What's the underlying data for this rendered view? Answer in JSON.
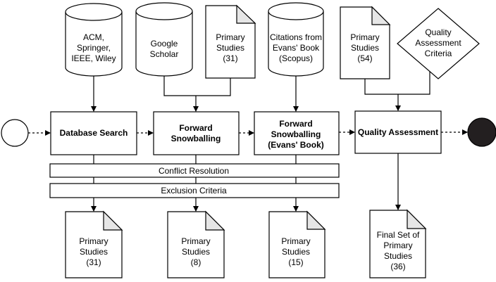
{
  "sources": {
    "digital_libraries": [
      "ACM,",
      "Springer,",
      "IEEE, Wiley"
    ],
    "google_scholar": [
      "Google",
      "Scholar"
    ],
    "primary_studies_31": [
      "Primary",
      "Studies",
      "(31)"
    ],
    "evans_citations": [
      "Citations from",
      "Evans' Book",
      "(Scopus)"
    ],
    "primary_studies_54": [
      "Primary",
      "Studies",
      "(54)"
    ],
    "quality_criteria": [
      "Quality",
      "Assessment",
      "Criteria"
    ]
  },
  "process": {
    "database_search": [
      "Database Search"
    ],
    "forward_snowballing": [
      "Forward",
      "Snowballing"
    ],
    "forward_snowballing_evans": [
      "Forward",
      "Snowballing",
      "(Evans' Book)"
    ],
    "quality_assessment": [
      "Quality Assessment"
    ]
  },
  "filters": {
    "conflict_resolution": "Conflict Resolution",
    "exclusion_criteria": "Exclusion Criteria"
  },
  "outputs": {
    "primary_studies_31": [
      "Primary",
      "Studies",
      "(31)"
    ],
    "primary_studies_8": [
      "Primary",
      "Studies",
      "(8)"
    ],
    "primary_studies_15": [
      "Primary",
      "Studies",
      "(15)"
    ],
    "final_set": [
      "Final Set of",
      "Primary",
      "Studies",
      "(36)"
    ]
  },
  "colors": {
    "end_node": "#231f20",
    "fold": "#e6e6e6"
  }
}
